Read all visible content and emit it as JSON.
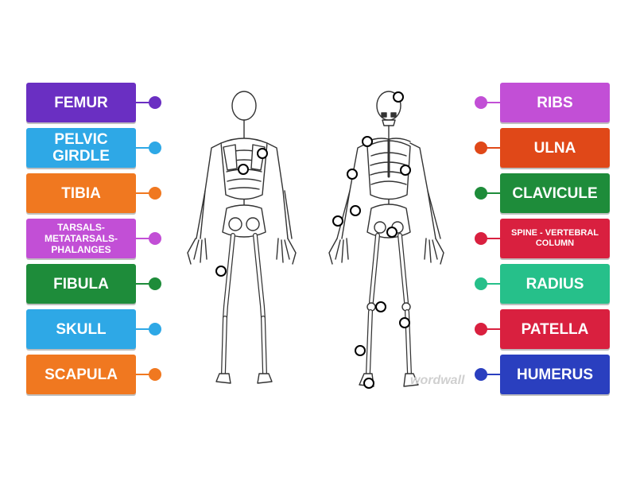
{
  "left_labels": [
    {
      "text": "FEMUR",
      "color": "#6a2fc2",
      "size": "normal"
    },
    {
      "text": "PELVIC GIRDLE",
      "color": "#2ea8e6",
      "size": "normal"
    },
    {
      "text": "TIBIA",
      "color": "#f07820",
      "size": "normal"
    },
    {
      "text": "TARSALS-METATARSALS-PHALANGES",
      "color": "#c24fd6",
      "size": "small"
    },
    {
      "text": "FIBULA",
      "color": "#1e8c3a",
      "size": "normal"
    },
    {
      "text": "SKULL",
      "color": "#2ea8e6",
      "size": "normal"
    },
    {
      "text": "SCAPULA",
      "color": "#f07820",
      "size": "normal"
    }
  ],
  "right_labels": [
    {
      "text": "RIBS",
      "color": "#c24fd6",
      "size": "normal"
    },
    {
      "text": "ULNA",
      "color": "#e04818",
      "size": "normal"
    },
    {
      "text": "CLAVICULE",
      "color": "#1e8c3a",
      "size": "normal"
    },
    {
      "text": "SPINE - VERTEBRAL COLUMN",
      "color": "#d9203f",
      "size": "tiny"
    },
    {
      "text": "RADIUS",
      "color": "#26c08a",
      "size": "normal"
    },
    {
      "text": "PATELLA",
      "color": "#d9203f",
      "size": "normal"
    },
    {
      "text": "HUMERUS",
      "color": "#2a3fbf",
      "size": "normal"
    }
  ],
  "watermark": "wordwall"
}
